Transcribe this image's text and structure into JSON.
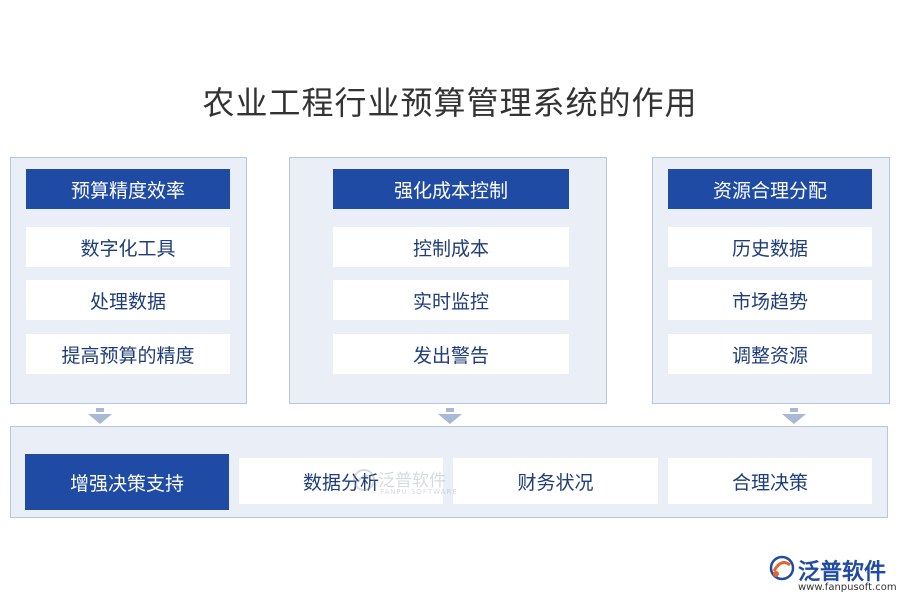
{
  "title": "农业工程行业预算管理系统的作用",
  "columns": [
    {
      "heading": "预算精度效率",
      "items": [
        "数字化工具",
        "处理数据",
        "提高预算的精度"
      ]
    },
    {
      "heading": "强化成本控制",
      "items": [
        "控制成本",
        "实时监控",
        "发出警告"
      ]
    },
    {
      "heading": "资源合理分配",
      "items": [
        "历史数据",
        "市场趋势",
        "调整资源"
      ]
    }
  ],
  "bottom": {
    "heading": "增强决策支持",
    "items": [
      "数据分析",
      "财务状况",
      "合理决策"
    ]
  },
  "watermark": {
    "text": "泛普软件",
    "sub": "FANPU SOFTWARE"
  },
  "logo": {
    "name": "泛普软件",
    "url": "www.fanpusoft.com"
  },
  "colors": {
    "header_blue": "#1f4ba5",
    "panel_bg": "#e9eef7",
    "arrow": "#a9b8d4"
  }
}
